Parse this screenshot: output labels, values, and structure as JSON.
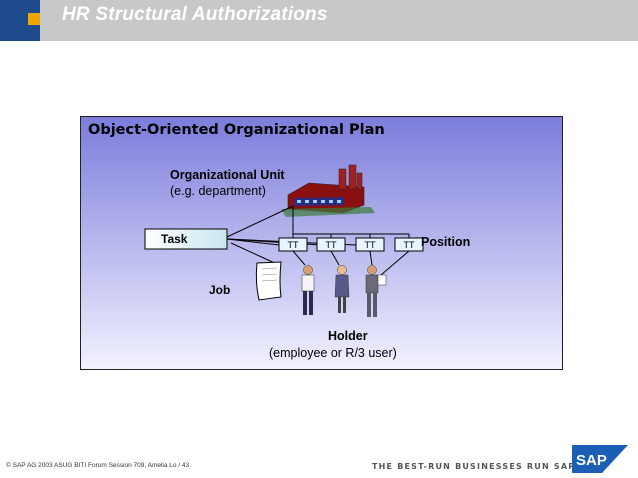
{
  "header": {
    "title": "HR Structural Authorizations"
  },
  "diagram": {
    "title": "Object-Oriented Organizational Plan",
    "org_unit_label": "Organizational Unit",
    "org_unit_example": "(e.g. department)",
    "task_label": "Task",
    "job_label": "Job",
    "position_label": "Position",
    "holder_label": "Holder",
    "holder_example": "(employee or R/3 user)",
    "position_box_text": "TT"
  },
  "footer": {
    "copyright_symbol": "©",
    "copyright_text": "SAP AG 2003  ASUG BITI Forum Session 709, Amelia Lo / 43",
    "tagline": "THE BEST-RUN BUSINESSES RUN SAP",
    "logo_text": "SAP"
  },
  "colors": {
    "header_bg": "#c8c8c8",
    "header_accent_blue": "#1c4a8a",
    "header_accent_orange": "#f0a500",
    "diagram_bg_top": "#7878dc",
    "diagram_bg_bottom": "#f0f0ff",
    "sap_logo_blue": "#1a5fb4"
  }
}
